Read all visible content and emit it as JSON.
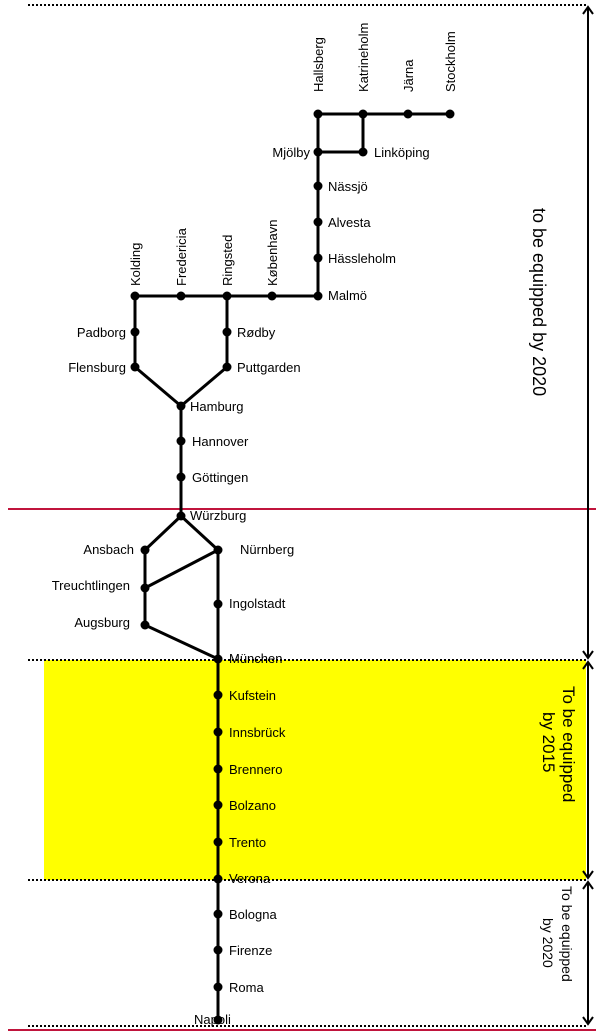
{
  "colors": {
    "line": "#000000",
    "zone_2015_fill": "#ffff00",
    "divider_red": "#c0143c"
  },
  "stations": {
    "hallsberg": "Hallsberg",
    "katrineholm": "Katrineholm",
    "jarna": "Järna",
    "stockholm": "Stockholm",
    "mjolby": "Mjölby",
    "linkoping": "Linköping",
    "nassjo": "Nässjö",
    "alvesta": "Alvesta",
    "hassleholm": "Hässleholm",
    "malmo": "Malmö",
    "kolding": "Kolding",
    "fredericia": "Fredericia",
    "ringsted": "Ringsted",
    "kobenhavn": "København",
    "padborg": "Padborg",
    "flensburg": "Flensburg",
    "rodby": "Rødby",
    "puttgarden": "Puttgarden",
    "hamburg": "Hamburg",
    "hannover": "Hannover",
    "gottingen": "Göttingen",
    "wurzburg": "Würzburg",
    "ansbach": "Ansbach",
    "nurnberg": "Nürnberg",
    "treuchtlingen": "Treuchtlingen",
    "ingolstadt": "Ingolstadt",
    "augsburg": "Augsburg",
    "munchen": "München",
    "kufstein": "Kufstein",
    "innsbruck": "Innsbrück",
    "brennero": "Brennero",
    "bolzano": "Bolzano",
    "trento": "Trento",
    "verona": "Verona",
    "bologna": "Bologna",
    "firenze": "Firenze",
    "roma": "Roma",
    "napoli": "Napoli"
  },
  "annotations": {
    "top_zone": "to be equipped by 2020",
    "middle_zone_line1": "To be equipped",
    "middle_zone_line2": "by 2015",
    "bottom_zone_line1": "To be equipped",
    "bottom_zone_line2": "by 2020"
  }
}
